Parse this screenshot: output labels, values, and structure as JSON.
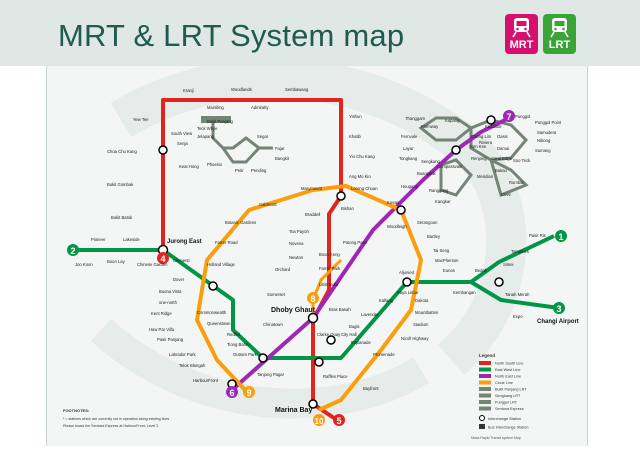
{
  "header": {
    "title": "MRT & LRT System map"
  },
  "logos": {
    "mrt": "MRT",
    "lrt": "LRT"
  },
  "colors": {
    "north_south": "#e1251b",
    "east_west": "#009645",
    "north_east": "#9e28b5",
    "circle": "#fa9e0d",
    "lrt": "#748477",
    "mrt_logo": "#d6106e",
    "lrt_logo": "#3aa537"
  },
  "lines": [
    {
      "number": "1",
      "color": "#009645"
    },
    {
      "number": "2",
      "color": "#009645"
    },
    {
      "number": "3",
      "color": "#009645"
    },
    {
      "number": "4",
      "color": "#e1251b"
    },
    {
      "number": "5",
      "color": "#e1251b"
    },
    {
      "number": "6",
      "color": "#9e28b5"
    },
    {
      "number": "7",
      "color": "#9e28b5"
    },
    {
      "number": "8",
      "color": "#fa9e0d"
    },
    {
      "number": "9",
      "color": "#fa9e0d"
    },
    {
      "number": "10",
      "color": "#fa9e0d"
    }
  ],
  "stations": [
    "Kranji",
    "Marsiling",
    "Woodlands",
    "Admiralty",
    "Sembawang",
    "Yishun",
    "Khatib",
    "Yio Chu Kang",
    "Ang Mo Kio",
    "Yew Tee",
    "Choa Chu Kang",
    "Bukit Gombak",
    "Bukit Batok",
    "Jurong East",
    "Pioneer",
    "Joo Koon",
    "Boon Lay",
    "Lakeside",
    "Chinese Garden",
    "Clementi",
    "Dover",
    "Buona Vista",
    "one-north",
    "Kent Ridge",
    "Haw Par Villa",
    "Pasir Panjang",
    "Labrador Park",
    "Telok Blangah",
    "HarbourFront",
    "Commonwealth",
    "Queenstown",
    "Redhill",
    "Tiong Bahru",
    "Outram Park",
    "Tanjong Pagar",
    "Raffles Place",
    "Marina Bay",
    "Bayfront",
    "City Hall",
    "Bras Basah",
    "Esplanade",
    "Promenade",
    "Nicoll Highway",
    "Stadium",
    "Mountbatten",
    "Dakota",
    "Paya Lebar",
    "Kallang",
    "Lavender",
    "Bugis",
    "Aljunied",
    "Eunos",
    "Kembangan",
    "Bedok",
    "Tanah Merah",
    "Simei",
    "Tampines",
    "Pasir Ris",
    "Expo",
    "Changi Airport",
    "MacPherson",
    "Tai Seng",
    "Bartley",
    "Serangoon",
    "Kovan",
    "Hougang",
    "Buangkok",
    "Sengkang",
    "Punggol",
    "Lorong Chuan",
    "Bishan",
    "Marymount",
    "Caldecott",
    "Botanic Gardens",
    "Farrer Road",
    "Holland Village",
    "Braddell",
    "Toa Payoh",
    "Novena",
    "Newton",
    "Orchard",
    "Somerset",
    "Dhoby Ghaut",
    "Little India",
    "Farrer Park",
    "Boon Keng",
    "Potong Pasir",
    "Woodleigh",
    "Chinatown",
    "Clarke Quay",
    "Bukit Panjang",
    "Senja",
    "Jelapang",
    "Segar",
    "Fajar",
    "Bangkit",
    "Pending",
    "Petir",
    "Phoenix",
    "Keat Hong",
    "Teck Whye",
    "South View",
    "Compassvale",
    "Rumbia",
    "Bakau",
    "Kangkar",
    "Ranggung",
    "Cheng Lim",
    "Farmway",
    "Kupang",
    "Thanggam",
    "Fernvale",
    "Layar",
    "Tongkang",
    "Renjong",
    "Sam Kee",
    "Punggol Point",
    "Samudera",
    "Nibong",
    "Sumang",
    "Soo Teck",
    "Damai",
    "Oasis",
    "Kadaloor",
    "Riviera",
    "Coral Edge",
    "Meridian",
    "Cove"
  ],
  "map_labels": {
    "dhoby_ghaut": "Dhoby Ghaut",
    "marina_bay": "Marina Bay",
    "jurong_east": "Jurong East",
    "changi_airport": "Changi Airport"
  },
  "footnotes": {
    "heading": "FOOTNOTES:",
    "note1": "* = stations which are currently not in operation along existing lines",
    "note2": "Please board the Sentosa Express at HarbourFront, Level 3"
  },
  "legend": {
    "heading": "Legend",
    "items": [
      {
        "label": "North South Line",
        "color": "#e1251b"
      },
      {
        "label": "East West Line",
        "color": "#009645"
      },
      {
        "label": "North East Line",
        "color": "#9e28b5"
      },
      {
        "label": "Circle Line",
        "color": "#fa9e0d"
      },
      {
        "label": "Bukit Panjang LRT",
        "color": "#748477"
      },
      {
        "label": "Sengkang LRT",
        "color": "#748477"
      },
      {
        "label": "Punggol LRT",
        "color": "#748477"
      },
      {
        "label": "Sentosa Express",
        "color": "#748477"
      }
    ],
    "interchange": "Interchange Station",
    "bus_interchange": "Bus Interchange Station"
  },
  "copyright": "Mass Rapid Transit system Map"
}
